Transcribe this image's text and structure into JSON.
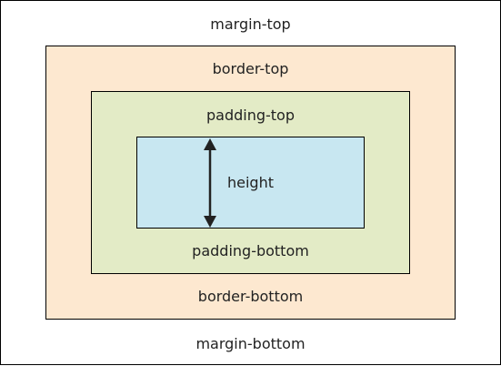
{
  "labels": {
    "margin_top": "margin-top",
    "border_top": "border-top",
    "padding_top": "padding-top",
    "height": "height",
    "padding_bottom": "padding-bottom",
    "border_bottom": "border-bottom",
    "margin_bottom": "margin-bottom"
  },
  "colors": {
    "border_box": "#fde8d0",
    "padding_box": "#e3ebc6",
    "content_box": "#c8e7f1",
    "outline": "#000000",
    "text": "#222222",
    "arrow": "#222222"
  }
}
